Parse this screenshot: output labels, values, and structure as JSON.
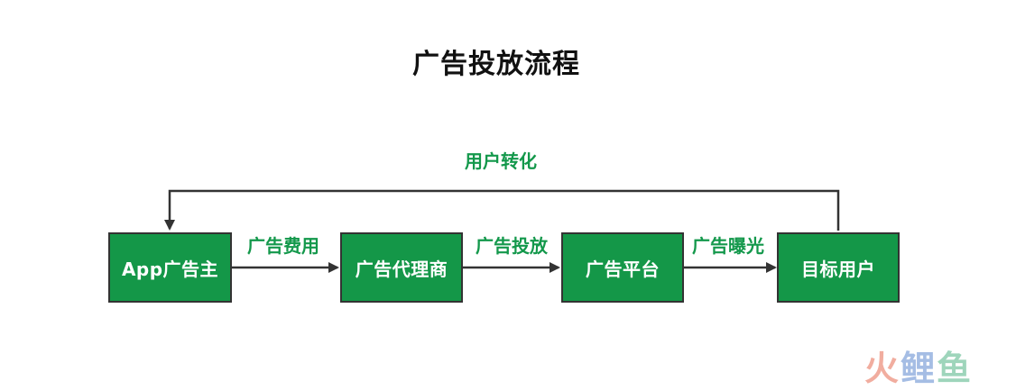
{
  "title": "广告投放流程",
  "nodes": [
    {
      "id": "advertiser",
      "label": "App广告主"
    },
    {
      "id": "agency",
      "label": "广告代理商"
    },
    {
      "id": "platform",
      "label": "广告平台"
    },
    {
      "id": "target",
      "label": "目标用户"
    }
  ],
  "edges": [
    {
      "from": "advertiser",
      "to": "agency",
      "label": "广告费用"
    },
    {
      "from": "agency",
      "to": "platform",
      "label": "广告投放"
    },
    {
      "from": "platform",
      "to": "target",
      "label": "广告曝光"
    },
    {
      "from": "target",
      "to": "advertiser",
      "label": "用户转化"
    }
  ],
  "colors": {
    "node_fill": "#149748",
    "edge_label": "#13984b",
    "arrow": "#333333"
  },
  "watermark": {
    "parts": [
      "火",
      "鲤",
      "鱼"
    ]
  }
}
